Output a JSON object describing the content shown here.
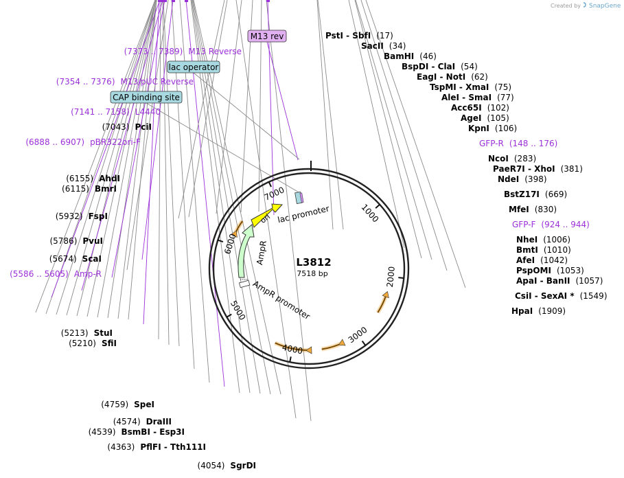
{
  "credit": "Created by",
  "brand": "SnapGene",
  "plasmid": {
    "name": "L3812",
    "size": "7518 bp",
    "length": 7518
  },
  "colors": {
    "primer": "#9b30d9",
    "leader": "#8a8a8a",
    "feature_orange": "#f2a93b",
    "ori_yellow": "#ffff00",
    "ampr_green": "#ccffcc",
    "promoter_box": "#a8d8e0",
    "primer_box": "#e0b0f0"
  },
  "ticks": [
    {
      "label": "1000",
      "pos": 1000
    },
    {
      "label": "2000",
      "pos": 2000
    },
    {
      "label": "3000",
      "pos": 3000
    },
    {
      "label": "4000",
      "pos": 4000
    },
    {
      "label": "5000",
      "pos": 5000
    },
    {
      "label": "6000",
      "pos": 6000
    },
    {
      "label": "7000",
      "pos": 7000
    }
  ],
  "features": [
    {
      "name": "lac promoter",
      "label": "lac promoter"
    },
    {
      "name": "ori",
      "label": "ori"
    },
    {
      "name": "AmpR",
      "label": "AmpR"
    },
    {
      "name": "AmpR promoter",
      "label": "AmpR promoter"
    }
  ],
  "boxes": [
    {
      "id": "m13rev",
      "text": "M13 rev",
      "color": "#e0b0f0"
    },
    {
      "id": "lacop",
      "text": "lac operator",
      "color": "#a8d8e0"
    },
    {
      "id": "cap",
      "text": "CAP binding site",
      "color": "#a8d8e0"
    }
  ],
  "labels": [
    {
      "id": "psti",
      "name": "PstI  -  SbfI",
      "pos": "(17)",
      "primer": false
    },
    {
      "id": "sacii",
      "name": "SacII",
      "pos": "(34)",
      "primer": false
    },
    {
      "id": "bamhi",
      "name": "BamHI",
      "pos": "(46)",
      "primer": false
    },
    {
      "id": "bspdi",
      "name": "BspDI  -  ClaI",
      "pos": "(54)",
      "primer": false
    },
    {
      "id": "eagi",
      "name": "EagI  -  NotI",
      "pos": "(62)",
      "primer": false
    },
    {
      "id": "tspmi",
      "name": "TspMI  -  XmaI",
      "pos": "(75)",
      "primer": false
    },
    {
      "id": "alei",
      "name": "AleI  -  SmaI",
      "pos": "(77)",
      "primer": false
    },
    {
      "id": "acc65i",
      "name": "Acc65I",
      "pos": "(102)",
      "primer": false
    },
    {
      "id": "agei",
      "name": "AgeI",
      "pos": "(105)",
      "primer": false
    },
    {
      "id": "kpni",
      "name": "KpnI",
      "pos": "(106)",
      "primer": false
    },
    {
      "id": "gfpr",
      "name": "GFP-R",
      "pos": "(148 .. 176)",
      "primer": true
    },
    {
      "id": "ncoi",
      "name": "NcoI",
      "pos": "(283)",
      "primer": false
    },
    {
      "id": "paer7i",
      "name": "PaeR7I  -  XhoI",
      "pos": "(381)",
      "primer": false
    },
    {
      "id": "ndei",
      "name": "NdeI",
      "pos": "(398)",
      "primer": false
    },
    {
      "id": "bstz17i",
      "name": "BstZ17I",
      "pos": "(669)",
      "primer": false
    },
    {
      "id": "mfei",
      "name": "MfeI",
      "pos": "(830)",
      "primer": false
    },
    {
      "id": "gfpf",
      "name": "GFP-F",
      "pos": "(924 .. 944)",
      "primer": true
    },
    {
      "id": "nhei",
      "name": "NheI",
      "pos": "(1006)",
      "primer": false
    },
    {
      "id": "bmti",
      "name": "BmtI",
      "pos": "(1010)",
      "primer": false
    },
    {
      "id": "afei",
      "name": "AfeI",
      "pos": "(1042)",
      "primer": false
    },
    {
      "id": "psppomi",
      "name": "PspOMI",
      "pos": "(1053)",
      "primer": false
    },
    {
      "id": "apai",
      "name": "ApaI  -  BanII",
      "pos": "(1057)",
      "primer": false
    },
    {
      "id": "csii",
      "name": "CsiI  -  SexAI *",
      "pos": "(1549)",
      "primer": false
    },
    {
      "id": "hpai",
      "name": "HpaI",
      "pos": "(1909)",
      "primer": false
    },
    {
      "id": "m13reverse",
      "name": "M13 Reverse",
      "pos": "(7373 .. 7389)",
      "primer": true
    },
    {
      "id": "m13puc",
      "name": "M13/pUC Reverse",
      "pos": "(7354 .. 7376)",
      "primer": true
    },
    {
      "id": "l4440",
      "name": "L4440",
      "pos": "(7141 .. 7158)",
      "primer": true
    },
    {
      "id": "pcii",
      "name": "PciI",
      "pos": "(7043)",
      "primer": false
    },
    {
      "id": "pbr322",
      "name": "pBR322ori-F",
      "pos": "(6888 .. 6907)",
      "primer": true
    },
    {
      "id": "ahdi",
      "name": "AhdI",
      "pos": "(6155)",
      "primer": false
    },
    {
      "id": "bmri",
      "name": "BmrI",
      "pos": "(6115)",
      "primer": false
    },
    {
      "id": "fspi",
      "name": "FspI",
      "pos": "(5932)",
      "primer": false
    },
    {
      "id": "pvui",
      "name": "PvuI",
      "pos": "(5786)",
      "primer": false
    },
    {
      "id": "scai",
      "name": "ScaI",
      "pos": "(5674)",
      "primer": false
    },
    {
      "id": "ampr",
      "name": "Amp-R",
      "pos": "(5586 .. 5605)",
      "primer": true
    },
    {
      "id": "stui",
      "name": "StuI",
      "pos": "(5213)",
      "primer": false
    },
    {
      "id": "sfii",
      "name": "SfiI",
      "pos": "(5210)",
      "primer": false
    },
    {
      "id": "spei",
      "name": "SpeI",
      "pos": "(4759)",
      "primer": false
    },
    {
      "id": "draiii",
      "name": "DraIII",
      "pos": "(4574)",
      "primer": false
    },
    {
      "id": "bsmbi",
      "name": "BsmBI  -  Esp3I",
      "pos": "(4539)",
      "primer": false
    },
    {
      "id": "pflfi",
      "name": "PflFI  -  Tth111I",
      "pos": "(4363)",
      "primer": false
    },
    {
      "id": "sgrdi",
      "name": "SgrDI",
      "pos": "(4054)",
      "primer": false
    }
  ]
}
